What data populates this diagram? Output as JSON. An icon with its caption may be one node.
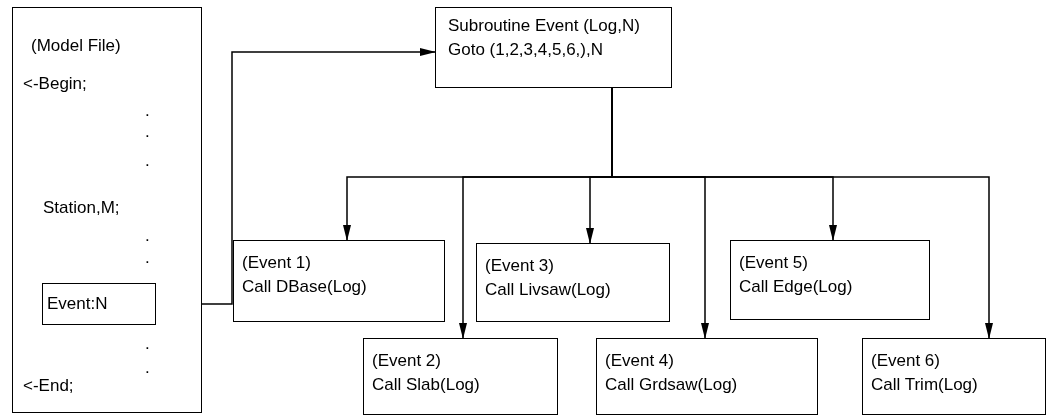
{
  "diagram": {
    "nodes": [
      {
        "text": [
          "(Model File)",
          "<-Begin;",
          ".",
          ".",
          ".",
          "Station,M;",
          ".",
          ".",
          ".",
          ".",
          "<-End;"
        ]
      },
      {
        "text": [
          "Event:N"
        ],
        "in": 0
      },
      {
        "text": [
          "Subroutine Event (Log,N)",
          "Goto (1,2,3,4,5,6,),N"
        ]
      },
      {
        "text": [
          "(Event 1)",
          "Call DBase(Log)"
        ]
      },
      {
        "text": [
          "(Event 2)",
          "Call Slab(Log)"
        ]
      },
      {
        "text": [
          "(Event 3)",
          "Call Livsaw(Log)"
        ]
      },
      {
        "text": [
          "(Event 4)",
          "Call Grdsaw(Log)"
        ]
      },
      {
        "text": [
          "(Event 5)",
          "Call Edge(Log)"
        ]
      },
      {
        "text": [
          "(Event 6)",
          "Call Trim(Log)"
        ]
      }
    ],
    "edges": [
      {
        "from": 1,
        "to": 2,
        "arrow": "to"
      },
      {
        "from": 2,
        "to": 3,
        "arrow": "to"
      },
      {
        "from": 2,
        "to": 4,
        "arrow": "to"
      },
      {
        "from": 2,
        "to": 5,
        "arrow": "to"
      },
      {
        "from": 2,
        "to": 6,
        "arrow": "to"
      },
      {
        "from": 2,
        "to": 7,
        "arrow": "to"
      },
      {
        "from": 2,
        "to": 8,
        "arrow": "to"
      }
    ]
  }
}
